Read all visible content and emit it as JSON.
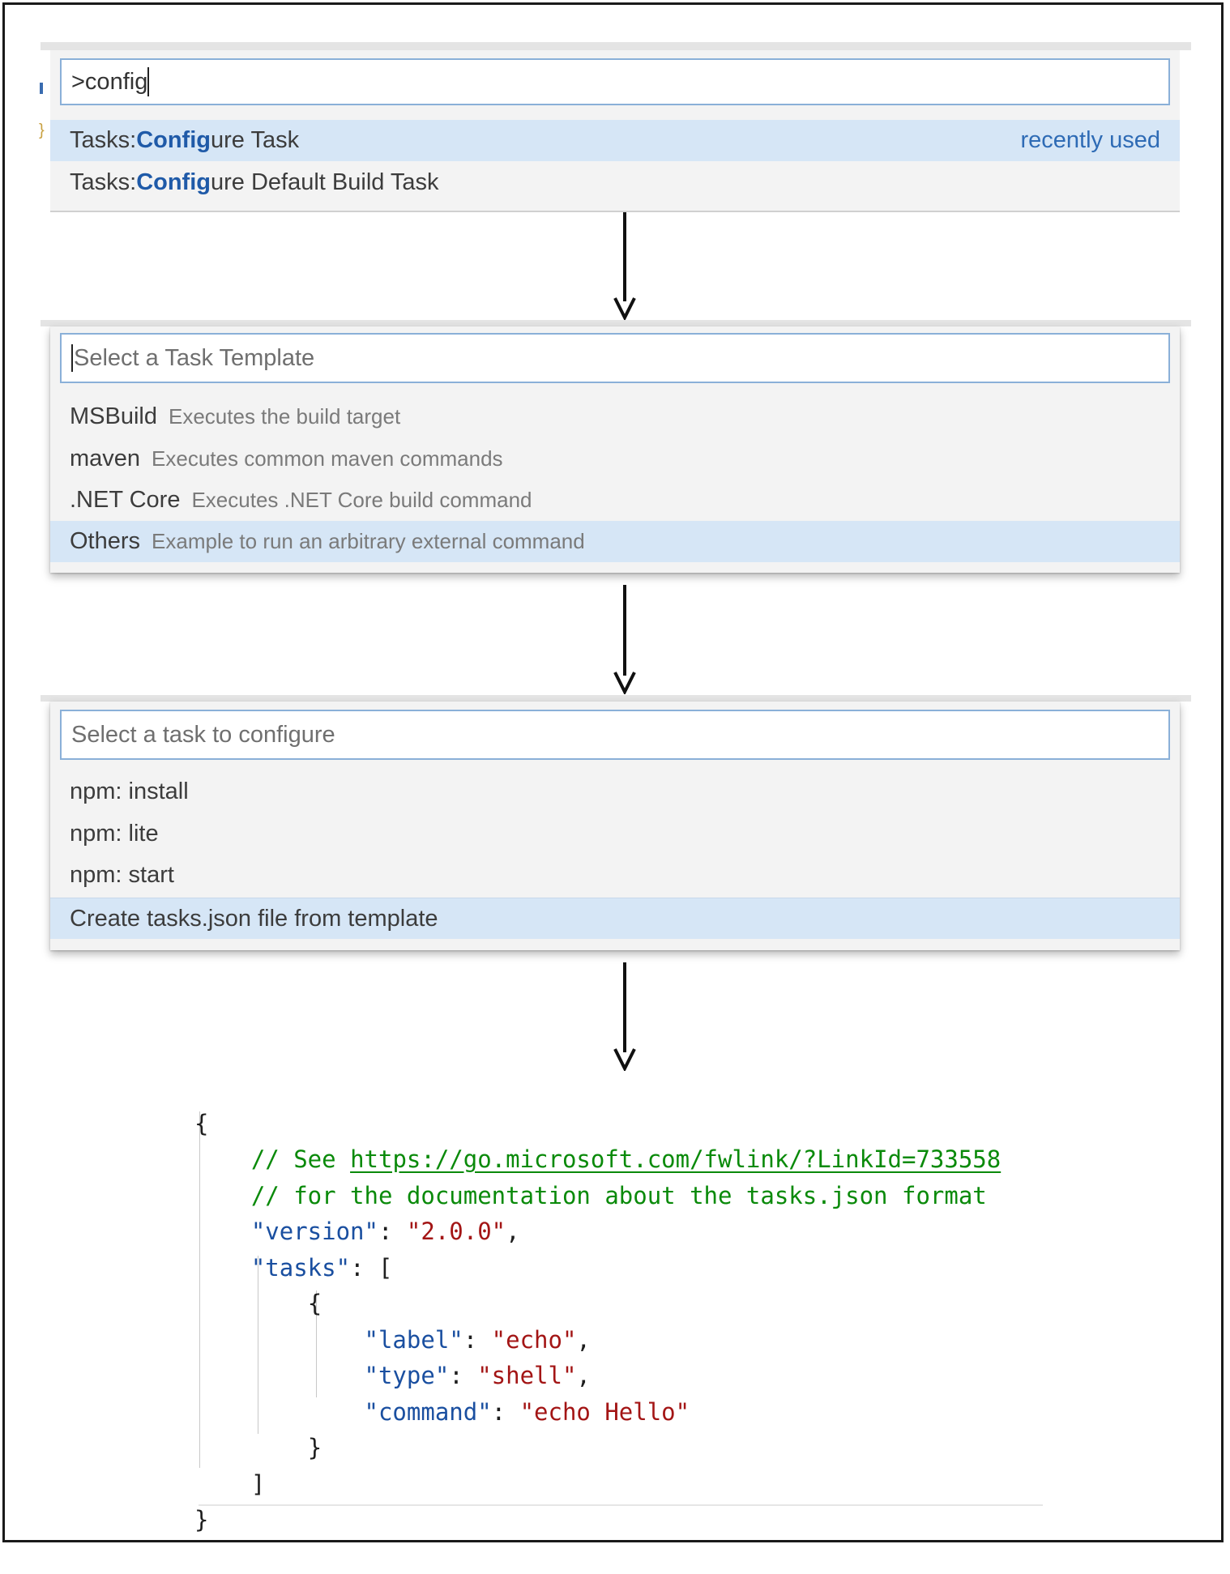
{
  "step1": {
    "input_value": ">config",
    "items": [
      {
        "prefix": "Tasks: ",
        "match": "Config",
        "rest": "ure Task",
        "badge": "recently used"
      },
      {
        "prefix": "Tasks: ",
        "match": "Config",
        "rest": "ure Default Build Task"
      }
    ]
  },
  "step2": {
    "placeholder": "Select a Task Template",
    "items": [
      {
        "label": "MSBuild",
        "description": "Executes the build target"
      },
      {
        "label": "maven",
        "description": "Executes common maven commands"
      },
      {
        "label": ".NET Core",
        "description": "Executes .NET Core build command"
      },
      {
        "label": "Others",
        "description": "Example to run an arbitrary external command"
      }
    ]
  },
  "step3": {
    "placeholder": "Select a task to configure",
    "items": [
      {
        "label": "npm: install"
      },
      {
        "label": "npm: lite"
      },
      {
        "label": "npm: start"
      },
      {
        "label": "Create tasks.json file from template"
      }
    ]
  },
  "code": {
    "open_brace": "{",
    "comment1_prefix": "// See ",
    "comment1_link": "https://go.microsoft.com/fwlink/?LinkId=733558",
    "comment2": "// for the documentation about the tasks.json format",
    "version_key": "\"version\"",
    "version_value": "\"2.0.0\"",
    "tasks_key": "\"tasks\"",
    "label_key": "\"label\"",
    "label_value": "\"echo\"",
    "type_key": "\"type\"",
    "type_value": "\"shell\"",
    "command_key": "\"command\"",
    "command_value": "\"echo Hello\"",
    "close_brace": "}",
    "open_bracket": "[",
    "close_bracket": "]"
  },
  "colors": {
    "selection": "#d6e6f6",
    "match_highlight": "#1f5aa8",
    "comment": "#0a8a0a",
    "string": "#a31515",
    "key": "#1a4fa0"
  }
}
